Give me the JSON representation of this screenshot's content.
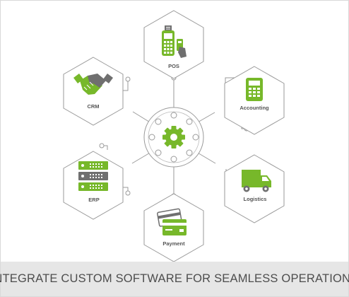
{
  "hub": {
    "icon": "gear-icon"
  },
  "nodes": [
    {
      "id": "pos",
      "label": "POS",
      "icon": "pos-terminal-icon"
    },
    {
      "id": "accounting",
      "label": "Accounting",
      "icon": "calculator-icon"
    },
    {
      "id": "logistics",
      "label": "Logistics",
      "icon": "delivery-truck-icon"
    },
    {
      "id": "payment",
      "label": "Payment",
      "icon": "credit-card-icon"
    },
    {
      "id": "erp",
      "label": "ERP",
      "icon": "server-rack-icon"
    },
    {
      "id": "crm",
      "label": "CRM",
      "icon": "handshake-icon"
    }
  ],
  "caption": "INTEGRATE CUSTOM SOFTWARE FOR SEAMLESS OPERATIONS",
  "colors": {
    "accent": "#77b82a",
    "accent_dark": "#5c9a1c",
    "line": "#9a9a9a",
    "icon_gray": "#6f6f6f",
    "caption_bg": "#e6e6e6"
  }
}
